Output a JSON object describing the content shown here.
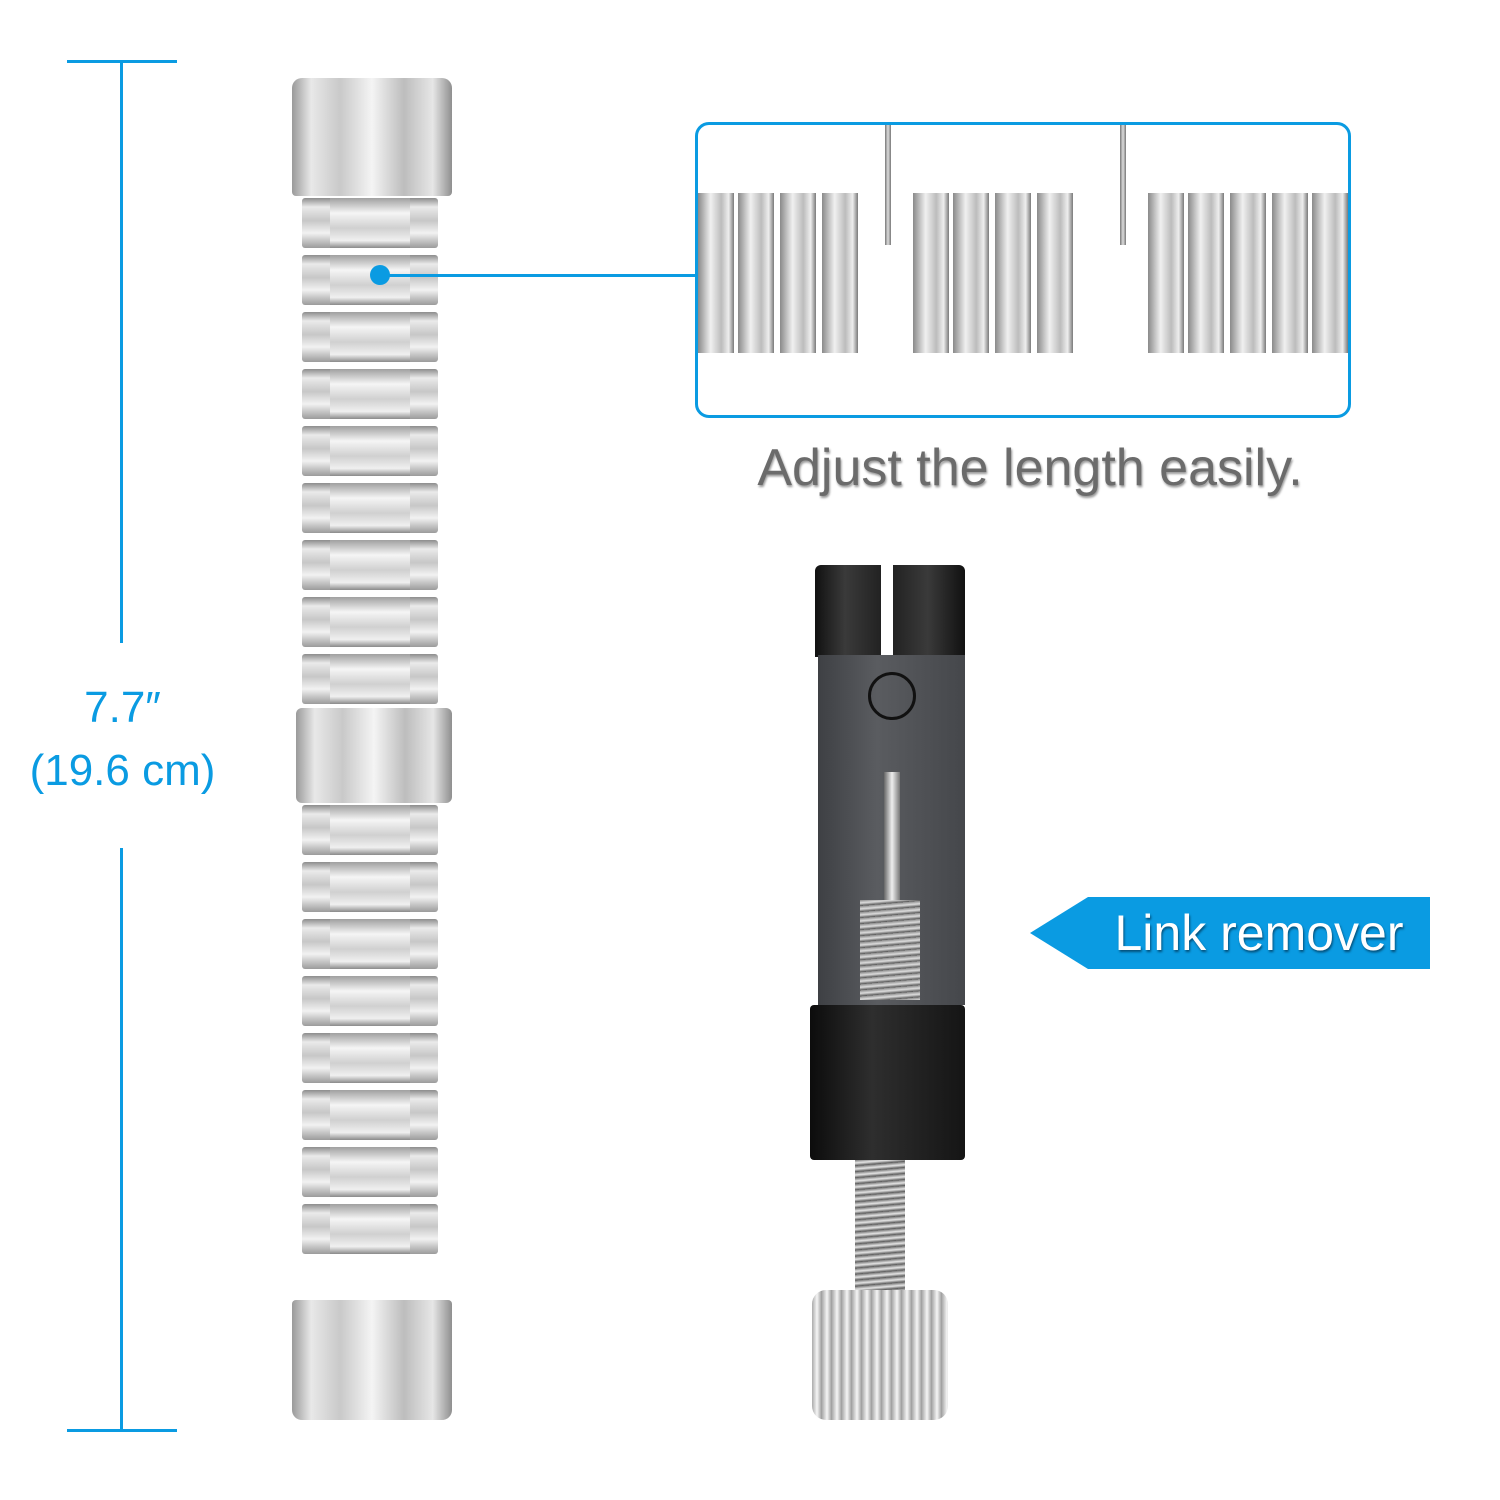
{
  "measurement": {
    "inches": "7.7″",
    "centimeters": "(19.6 cm)"
  },
  "inset_caption": "Adjust the length easily.",
  "tool_label": "Link remover",
  "colors": {
    "accent": "#0a9be2",
    "caption": "#6b6b6b",
    "tool_black": "#1e1e1e",
    "tool_gray": "#4e5054"
  }
}
